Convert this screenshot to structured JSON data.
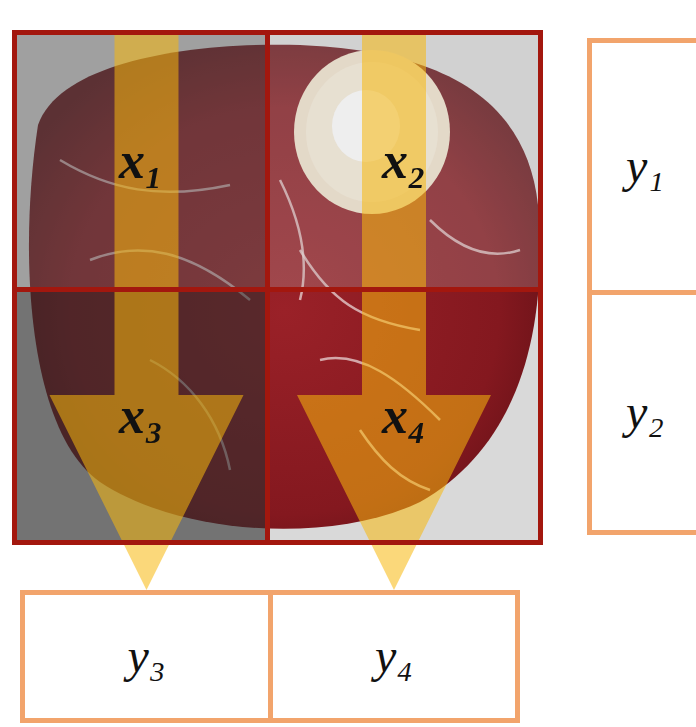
{
  "diagram": {
    "nodes": [
      {
        "text": [
          "x₁"
        ]
      },
      {
        "text": [
          "x₂"
        ]
      },
      {
        "text": [
          "x₃"
        ]
      },
      {
        "text": [
          "x₄"
        ]
      },
      {
        "text": [
          "y₁"
        ]
      },
      {
        "text": [
          "y₂"
        ]
      },
      {
        "text": [
          "y₃"
        ]
      },
      {
        "text": [
          "y₄"
        ]
      }
    ],
    "edges": [
      {
        "from": 0,
        "to": 6,
        "arrow": "to"
      },
      {
        "from": 1,
        "to": 7,
        "arrow": "to"
      }
    ]
  }
}
